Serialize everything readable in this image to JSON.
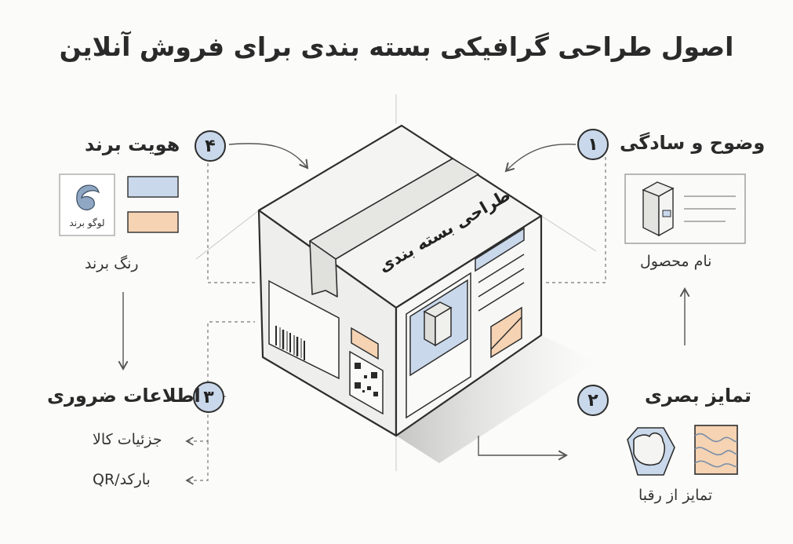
{
  "title": "اصول طراحی گرافیکی بسته بندی برای فروش آنلاین",
  "box_label": "طراحی بسته بندی",
  "sections": {
    "clarity": {
      "number": "۱",
      "heading": "وضوح و سادگی",
      "caption": "نام محصول"
    },
    "visual": {
      "number": "۲",
      "heading": "تمایز بصری",
      "caption": "تمایز از رقبا"
    },
    "info": {
      "number": "۳",
      "heading": "اطلاعات ضروری",
      "items": [
        "جزئیات کالا",
        "بارکد/QR"
      ]
    },
    "brand": {
      "number": "۴",
      "heading": "هویت برند",
      "caption": "رنگ برند",
      "logo_label": "لوگو برند"
    }
  },
  "colors": {
    "accent_blue": "#c9d8ea",
    "accent_peach": "#f5d3b3",
    "ink": "#2d2d2d"
  }
}
